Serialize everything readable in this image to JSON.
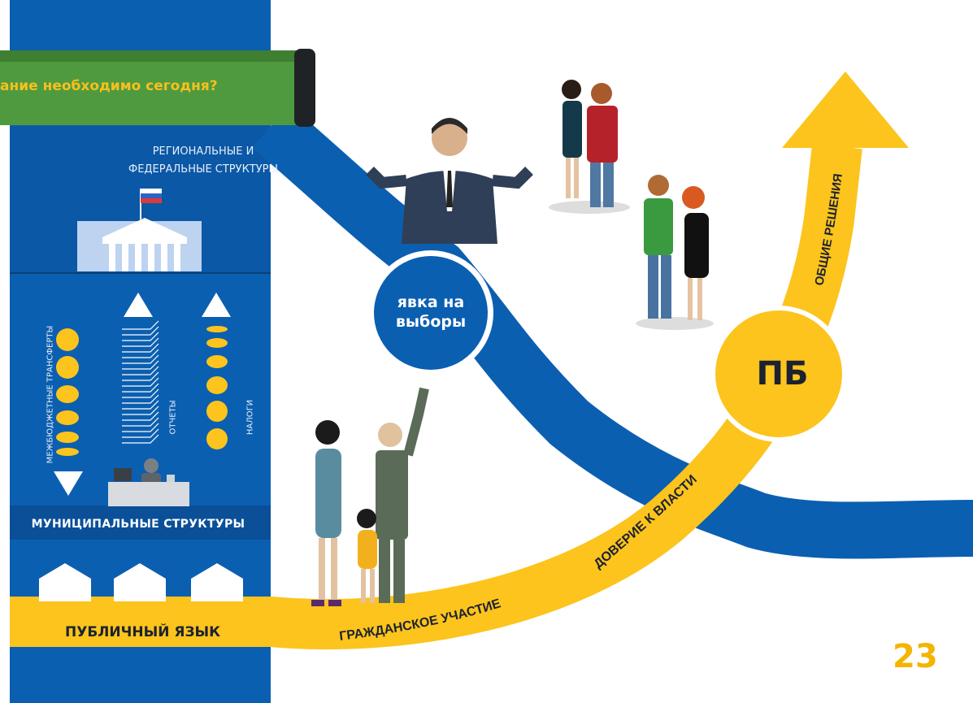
{
  "banner": {
    "text": "ание необходимо сегодня?"
  },
  "left_panel": {
    "regional_label": "РЕГИОНАЛЬНЫЕ И ФЕДЕРАЛЬНЫЕ СТРУКТУРЫ",
    "interbudget_label": "МЕЖБЮДЖЕТНЫЕ ТРАНСФЕРТЫ",
    "reports_label": "ОТЧЕТЫ",
    "taxes_label": "НАЛОГИ",
    "municipal_label": "МУНИЦИПАЛЬНЫЕ СТРУКТУРЫ",
    "public_language_label": "ПУБЛИЧНЫЙ ЯЗЫК"
  },
  "diagram": {
    "turnout_label": "явка на выборы",
    "civic_participation_label": "ГРАЖДАНСКОЕ УЧАСТИЕ",
    "trust_label": "ДОВЕРИЕ К ВЛАСТИ",
    "pb_label": "ПБ",
    "common_decisions_label": "ОБЩИЕ РЕШЕНИЯ"
  },
  "page_number": "23",
  "colors": {
    "blue": "#0b5fb0",
    "dark_blue": "#084a92",
    "yellow": "#fcc41c",
    "green": "#4f9a3f"
  },
  "icons": [
    "flag-icon",
    "government-building-icon",
    "arrow-up-icon",
    "arrow-down-icon",
    "coin-icon",
    "document-stack-icon",
    "official-desk-icon",
    "house-icon",
    "person-icon"
  ]
}
